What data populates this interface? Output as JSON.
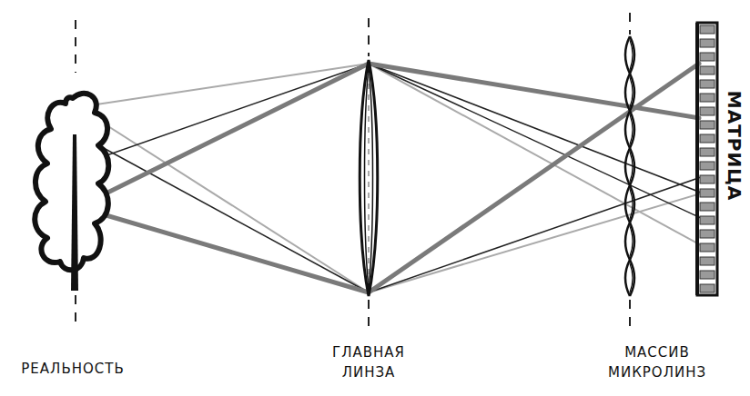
{
  "diagram": {
    "labels": [
      "РЕАЛЬНОСТЬ",
      "ГЛАВНАЯ ЛИНЗА",
      "МАССИВ МИКРОЛИНЗ",
      "МАТРИЦА"
    ]
  }
}
